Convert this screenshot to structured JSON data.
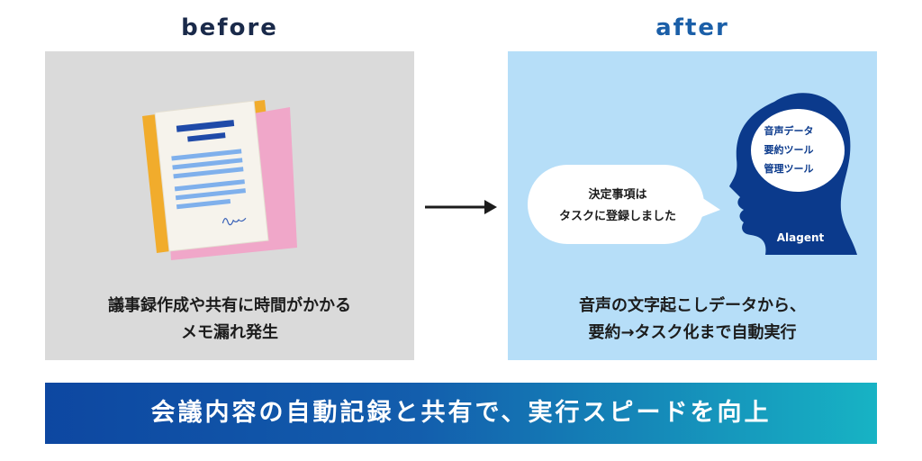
{
  "before": {
    "title": "before",
    "caption_line1": "議事録作成や共有に時間がかかる",
    "caption_line2": "メモ漏れ発生"
  },
  "after": {
    "title": "after",
    "bubble_line1": "決定事項は",
    "bubble_line2": "タスクに登録しました",
    "head_line1": "音声データ",
    "head_line2": "要約ツール",
    "head_line3": "管理ツール",
    "head_brand": "Alagent",
    "caption_line1": "音声の文字起こしデータから、",
    "caption_line2": "要約→タスク化まで自動実行"
  },
  "banner": {
    "text": "会議内容の自動記録と共有で、実行スピードを向上"
  },
  "colors": {
    "before_bg": "#dadada",
    "after_bg": "#b6def8",
    "head_blue": "#0b3a8c",
    "banner_start": "#0d47a1",
    "banner_end": "#17b3c4"
  },
  "icons": [
    "document-stack-icon",
    "right-arrow-icon",
    "speech-bubble-icon",
    "ai-head-icon"
  ]
}
